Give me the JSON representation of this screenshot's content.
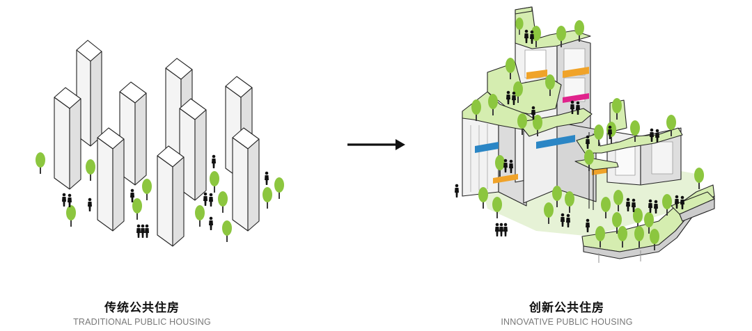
{
  "left_panel": {
    "title_zh": "传统公共住房",
    "title_en": "TRADITIONAL PUBLIC HOUSING"
  },
  "right_panel": {
    "title_zh": "创新公共住房",
    "title_en": "INNOVATIVE PUBLIC HOUSING"
  },
  "arrow": {
    "icon": "arrow-right-icon"
  },
  "colors": {
    "tree_green": "#8cc63f",
    "roof_green": "#d5edb0",
    "ground_green": "#e6f2d6",
    "accent_orange": "#f0a329",
    "accent_magenta": "#e0238c",
    "accent_blue": "#2b86c5",
    "outline": "#222222"
  }
}
